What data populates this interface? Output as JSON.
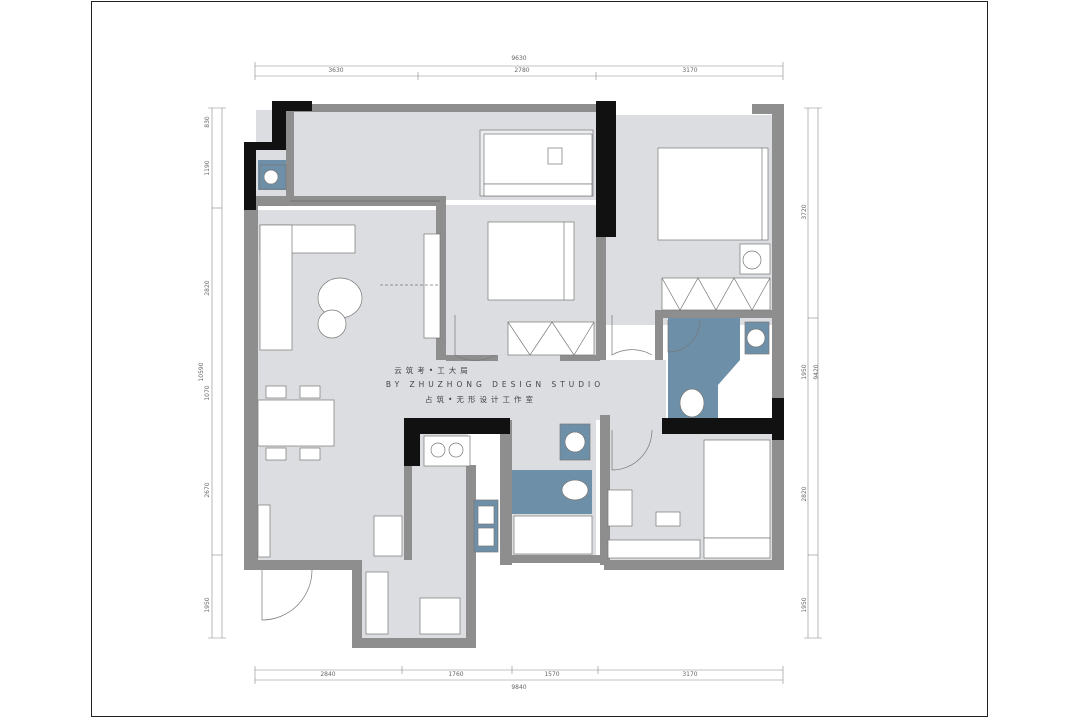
{
  "watermark": {
    "line1": "云筑考•工大局",
    "line2": "BY ZHUZHONG DESIGN STUDIO",
    "line3": "占筑•无形设计工作室"
  },
  "dimensions": {
    "top_total": "9630",
    "top_1": "3630",
    "top_2": "2780",
    "top_3": "3170",
    "bottom_total": "9840",
    "bottom_1": "2840",
    "bottom_2": "1760",
    "bottom_3": "1570",
    "bottom_4": "3170",
    "left_1": "830",
    "left_2": "1190",
    "left_3": "2820",
    "left_4": "1070",
    "left_5": "2670",
    "left_6": "1950",
    "left_total": "10590",
    "right_1": "3720",
    "right_2": "1950",
    "right_3": "2820",
    "right_4": "1950",
    "right_total": "9420"
  },
  "colors": {
    "floor": "#dcdde0",
    "wall_gray": "#8e8e8e",
    "wall_black": "#111111",
    "wet_area": "#6e8fa8",
    "furniture": "#ffffff",
    "line": "#777777"
  }
}
